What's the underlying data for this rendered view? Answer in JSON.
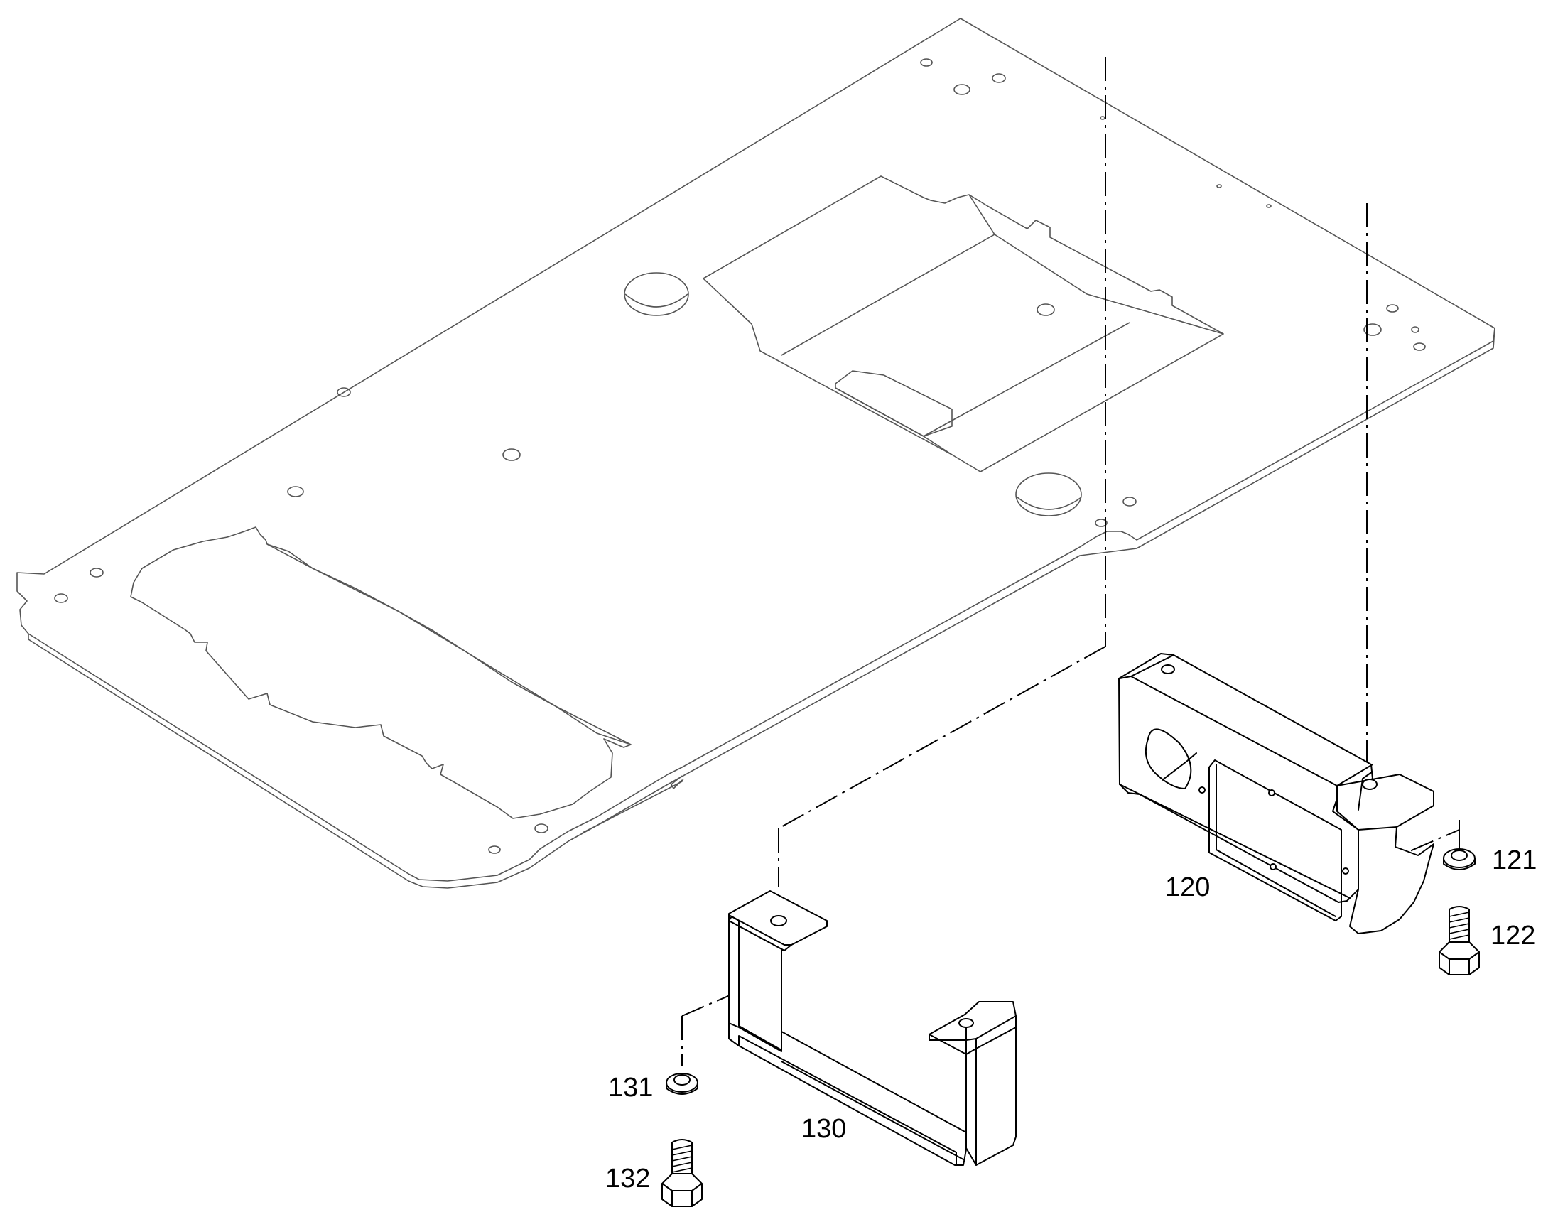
{
  "callouts": {
    "p120": "120",
    "p121": "121",
    "p122": "122",
    "p130": "130",
    "p131": "131",
    "p132": "132"
  }
}
